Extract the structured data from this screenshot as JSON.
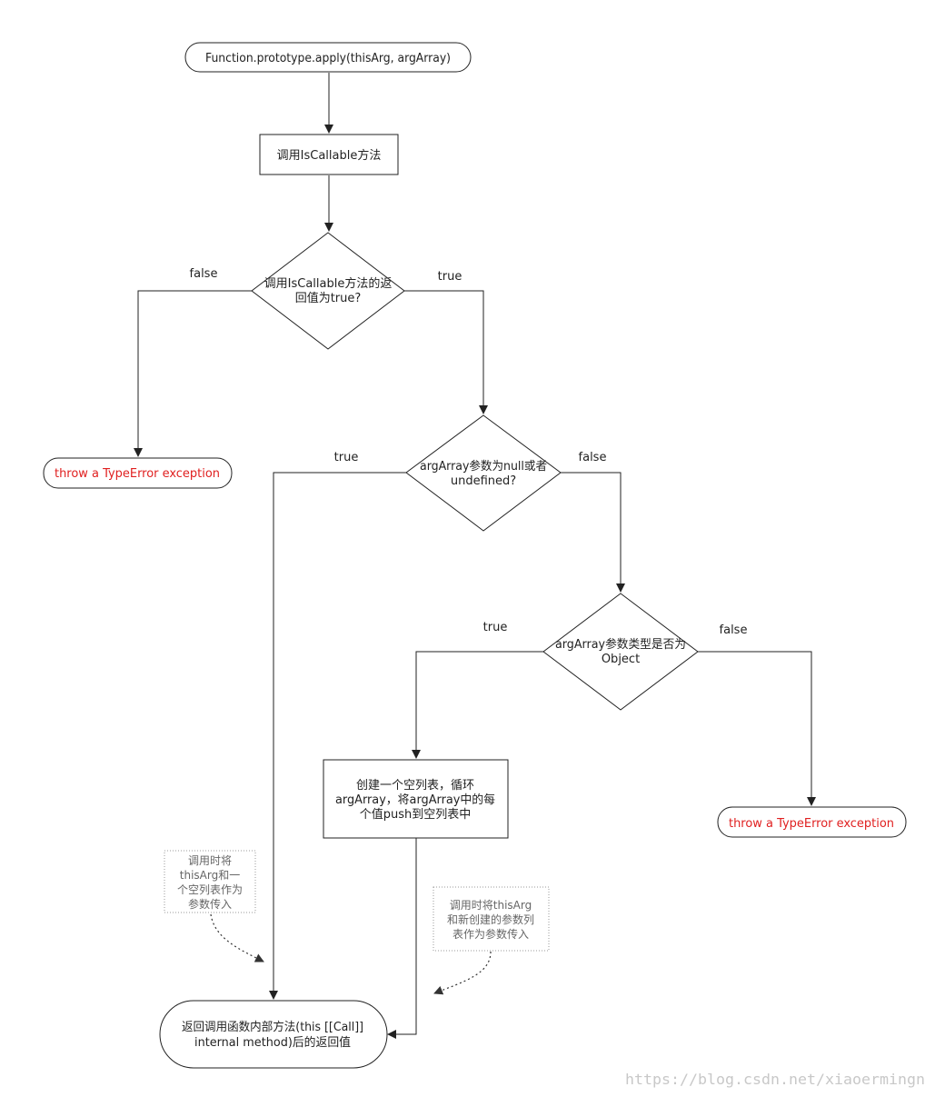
{
  "colors": {
    "stroke": "#222222",
    "error_text": "#e02020",
    "note_border": "#999999",
    "note_text": "#666666",
    "watermark": "#c8c8c8"
  },
  "nodes": {
    "start": "Function.prototype.apply(thisArg, argArray)",
    "call_iscallable": "调用IsCallable方法",
    "decision_callable": [
      "调用IsCallable方法的返",
      "回值为true?"
    ],
    "throw_left": "throw a TypeError exception",
    "decision_null": [
      "argArray参数为null或者",
      "undefined?"
    ],
    "decision_object": [
      "argArray参数类型是否为",
      "Object"
    ],
    "create_list": [
      "创建一个空列表，循环",
      "argArray，将argArray中的每",
      "个值push到空列表中"
    ],
    "throw_right": "throw a TypeError exception",
    "return_value": [
      "返回调用函数内部方法(this [[Call]]",
      "internal method)后的返回值"
    ]
  },
  "edge_labels": {
    "callable_false": "false",
    "callable_true": "true",
    "null_true": "true",
    "null_false": "false",
    "object_true": "true",
    "object_false": "false"
  },
  "notes": {
    "note_left": [
      "调用时将",
      "thisArg和一",
      "个空列表作为",
      "参数传入"
    ],
    "note_right": [
      "调用时将thisArg",
      "和新创建的参数列",
      "表作为参数传入"
    ]
  },
  "watermark": "https://blog.csdn.net/xiaoermingn"
}
